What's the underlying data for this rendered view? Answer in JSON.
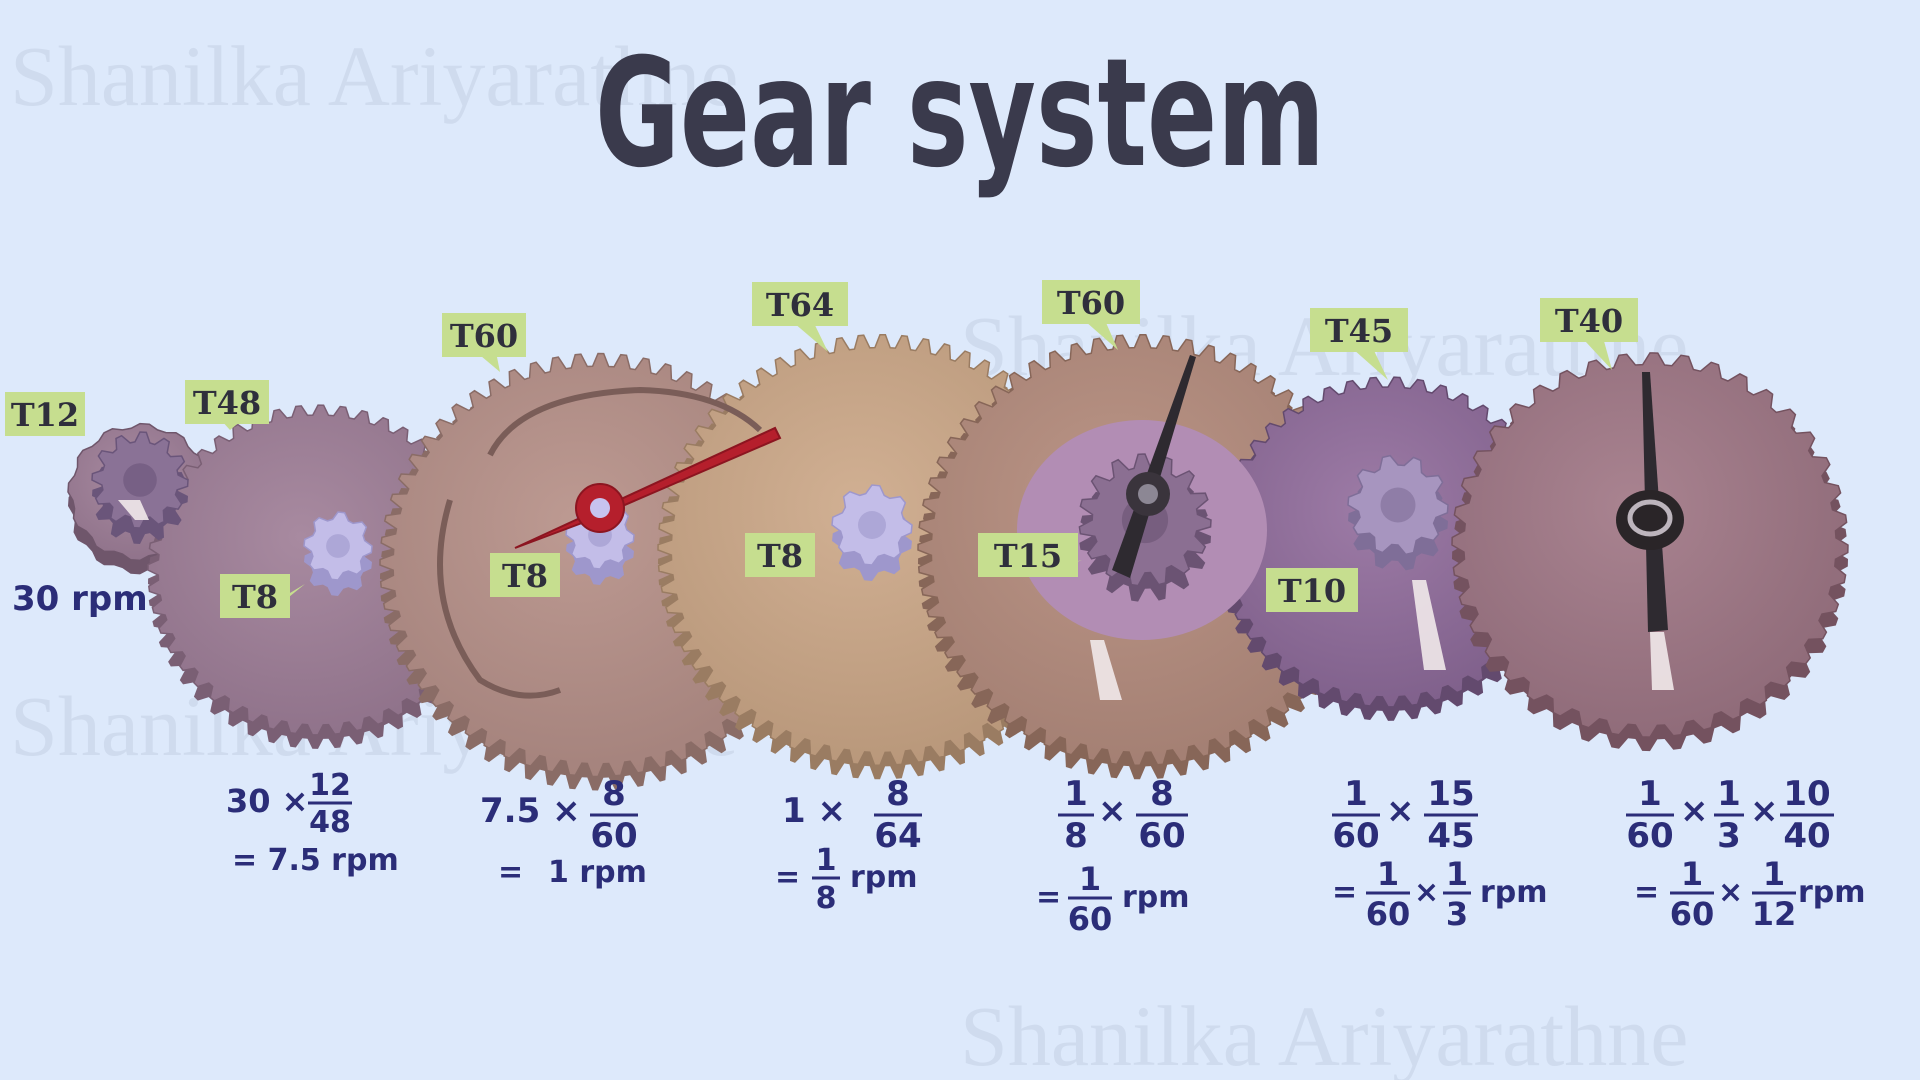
{
  "title": "Gear system",
  "watermark": "Shanilka Ariyarathne",
  "input_speed": "30 rpm",
  "gear_tags": {
    "t12": "T12",
    "t48": "T48",
    "t8a": "T8",
    "t60a": "T60",
    "t8b": "T8",
    "t64": "T64",
    "t8c": "T8",
    "t60b": "T60",
    "t15": "T15",
    "t45": "T45",
    "t10": "T10",
    "t40": "T40"
  },
  "calculations": {
    "c1": {
      "lead": "30 ×",
      "num": "12",
      "den": "48",
      "result": "= 7.5 rpm"
    },
    "c2": {
      "lead": "7.5 ×",
      "num": "8",
      "den": "60",
      "result_eq": "=",
      "result_val": "1 rpm"
    },
    "c3": {
      "lead": "1 ×",
      "num": "8",
      "den": "64",
      "eq": "=",
      "r_num": "1",
      "r_den": "8",
      "unit": "rpm"
    },
    "c4": {
      "a_num": "1",
      "a_den": "8",
      "times": "×",
      "b_num": "8",
      "b_den": "60",
      "eq": "=",
      "r_num": "1",
      "r_den": "60",
      "unit": "rpm"
    },
    "c5": {
      "a_num": "1",
      "a_den": "60",
      "times": "×",
      "b_num": "15",
      "b_den": "45",
      "eq": "=",
      "r1_num": "1",
      "r1_den": "60",
      "times2": "×",
      "r2_num": "1",
      "r2_den": "3",
      "unit": "rpm"
    },
    "c6": {
      "a_num": "1",
      "a_den": "60",
      "times": "×",
      "b_num": "1",
      "b_den": "3",
      "times_b": "×",
      "c_num": "10",
      "c_den": "40",
      "eq": "=",
      "r1_num": "1",
      "r1_den": "60",
      "times2": "×",
      "r2_num": "1",
      "r2_den": "12",
      "unit": "rpm"
    }
  },
  "colors": {
    "background": "#dde9fb",
    "gear_mauve": "#9c7f95",
    "gear_rose": "#b08e88",
    "gear_tan": "#c2a186",
    "gear_purple": "#8d6d98",
    "pinion_lavender": "#c3bde8",
    "hand_red": "#b51f2c",
    "hand_dark": "#2e2a30",
    "tag_green": "#c6de8f",
    "math_blue": "#2b2d78"
  }
}
